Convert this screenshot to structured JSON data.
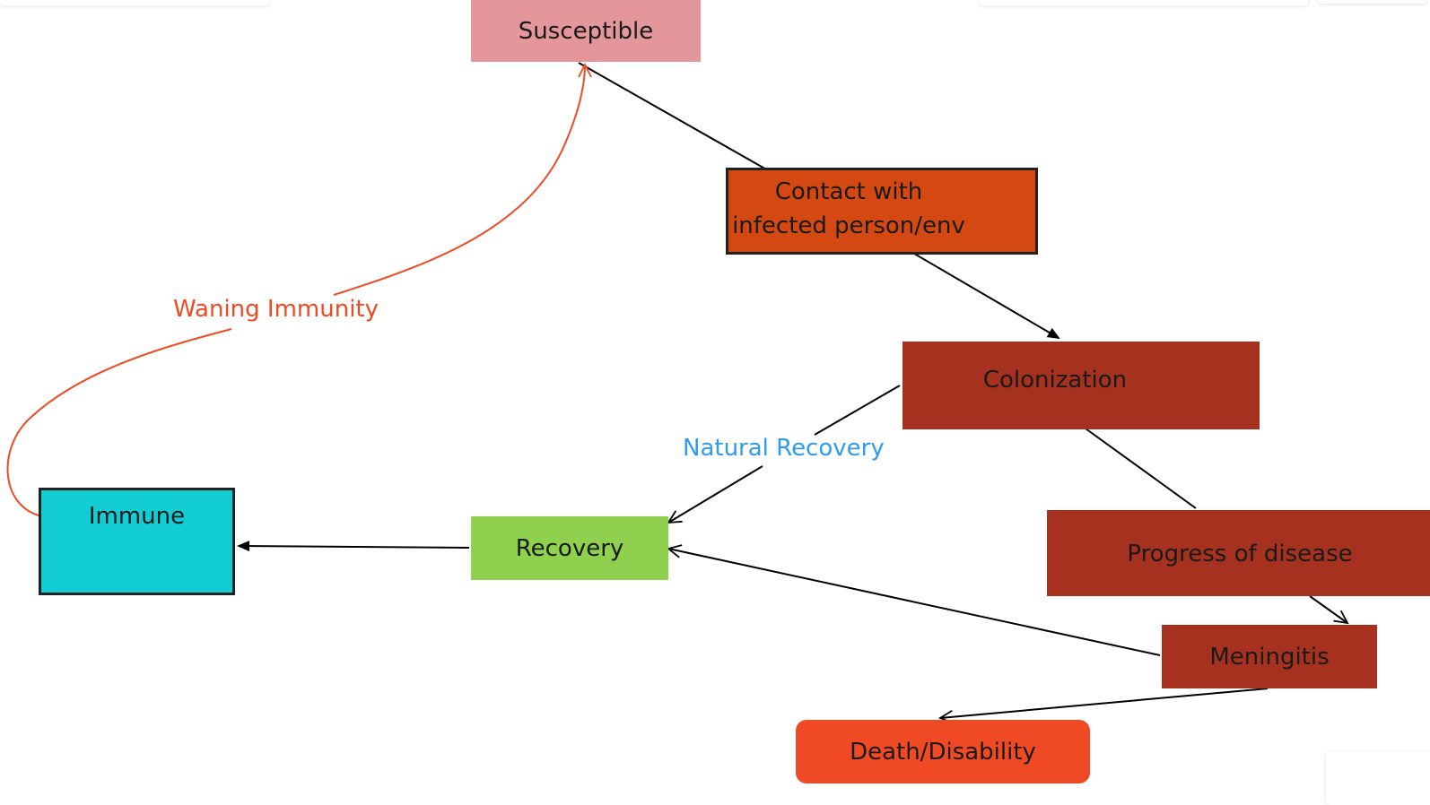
{
  "diagram": {
    "nodes": {
      "susceptible": {
        "label": "Susceptible",
        "fill": "#e3979a"
      },
      "contact": {
        "label": "Contact with\ninfected person/env",
        "fill": "#d44912",
        "border": "#222222"
      },
      "colonization": {
        "label": "Colonization",
        "fill": "#a6311f"
      },
      "progress": {
        "label": "Progress of disease",
        "fill": "#a6311f"
      },
      "meningitis": {
        "label": "Meningitis",
        "fill": "#a6311f"
      },
      "death": {
        "label": "Death/Disability",
        "fill": "#f04a24"
      },
      "recovery": {
        "label": "Recovery",
        "fill": "#8fd14f"
      },
      "immune": {
        "label": "Immune",
        "fill": "#12cdd4",
        "border": "#222222"
      }
    },
    "edge_labels": {
      "waning": {
        "label": "Waning Immunity",
        "color": "#f04a24"
      },
      "natural": {
        "label": "Natural Recovery",
        "color": "#2d9bf0"
      }
    },
    "edge_color": "#000000"
  }
}
